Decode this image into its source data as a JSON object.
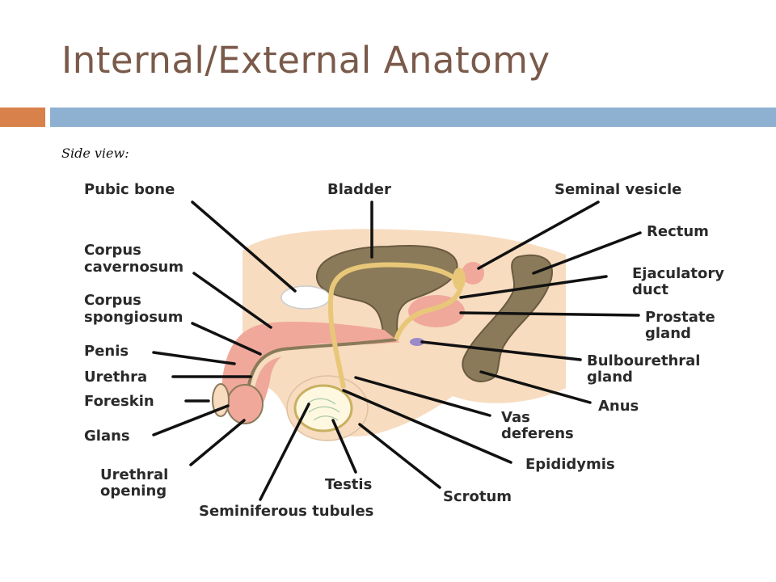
{
  "slide": {
    "title": "Internal/External Anatomy",
    "subtitle": "Side view:"
  },
  "labels": {
    "pubic_bone": "Pubic bone",
    "bladder": "Bladder",
    "seminal_vesicle": "Seminal vesicle",
    "corpus_cavernosum_1": "Corpus",
    "corpus_cavernosum_2": "cavernosum",
    "rectum": "Rectum",
    "ejaculatory_duct_1": "Ejaculatory",
    "ejaculatory_duct_2": "duct",
    "corpus_spongiosum_1": "Corpus",
    "corpus_spongiosum_2": "spongiosum",
    "prostate_gland_1": "Prostate",
    "prostate_gland_2": "gland",
    "penis": "Penis",
    "bulbourethral_gland_1": "Bulbourethral",
    "bulbourethral_gland_2": "gland",
    "urethra": "Urethra",
    "foreskin": "Foreskin",
    "anus": "Anus",
    "vas_deferens_1": "Vas",
    "vas_deferens_2": "deferens",
    "glans": "Glans",
    "epididymis": "Epididymis",
    "urethral_opening_1": "Urethral",
    "urethral_opening_2": "opening",
    "testis": "Testis",
    "scrotum": "Scrotum",
    "seminiferous_tubules": "Seminiferous tubules"
  },
  "colors": {
    "title": "#7a5a4a",
    "accent_orange": "#d9814a",
    "accent_blue": "#8eb1d1",
    "skin": "#f7dcc0",
    "tissue_pink": "#f0a89a",
    "duct_tan": "#e8c878",
    "organ_olive": "#8a7a5a"
  }
}
